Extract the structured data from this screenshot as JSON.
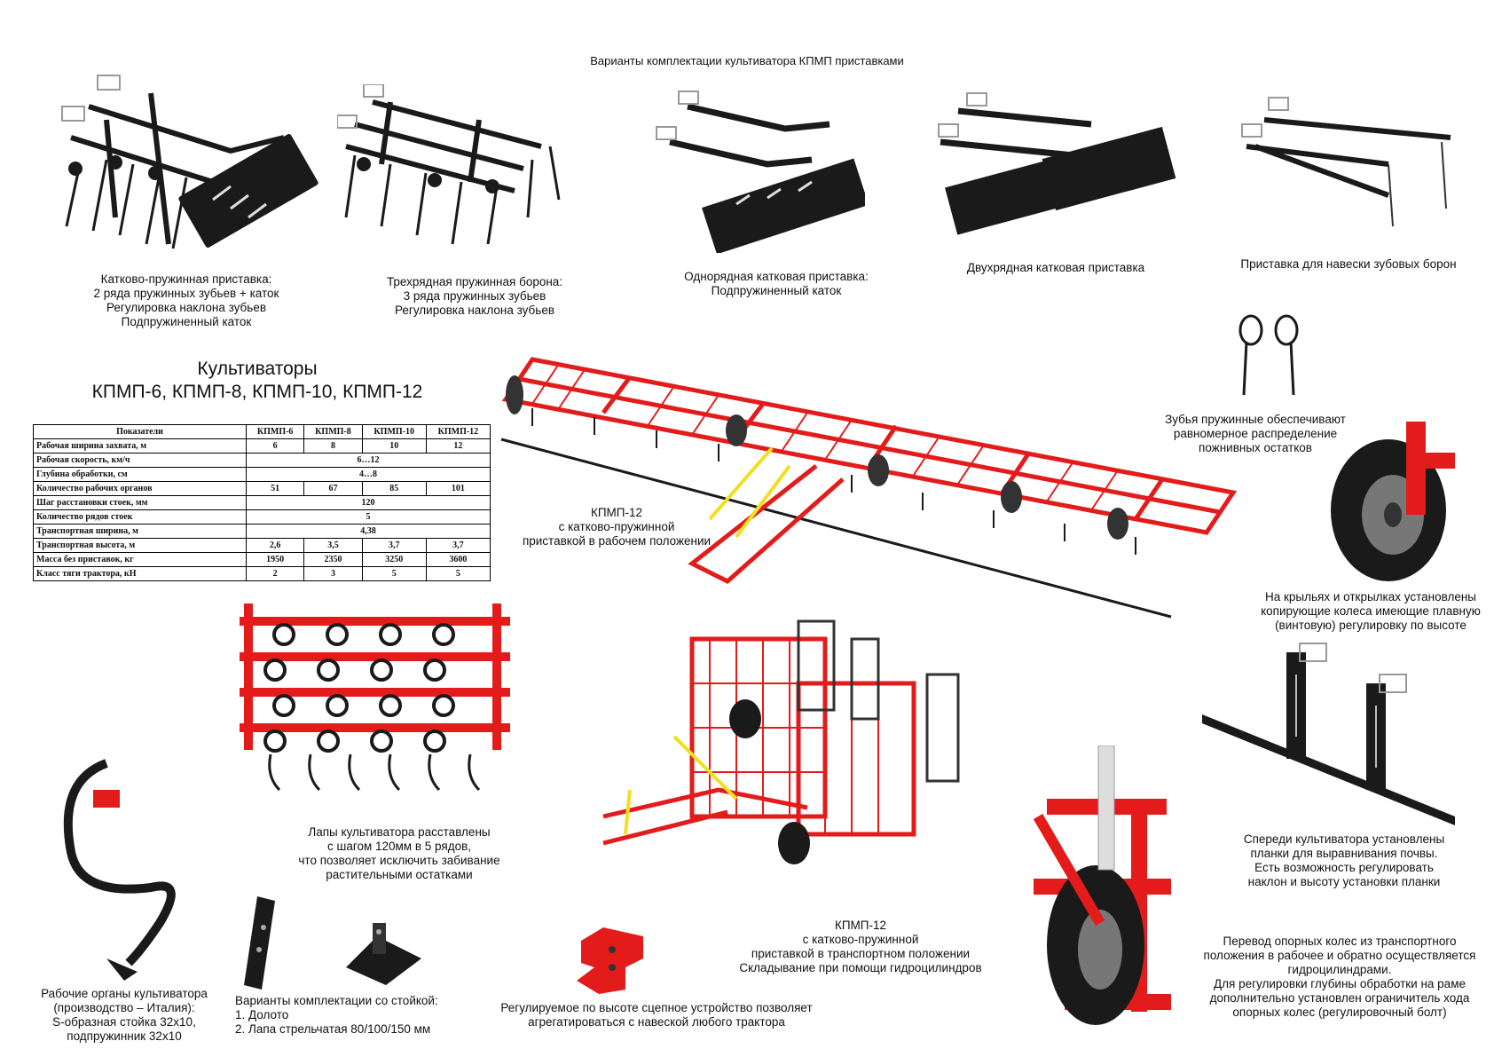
{
  "header": "Варианты комплектации культиватора КПМП приставками",
  "attachments": [
    {
      "lines": [
        "Катково-пружинная приставка:",
        "2 ряда пружинных зубьев + каток",
        "Регулировка наклона зубьев",
        "Подпружиненный каток"
      ]
    },
    {
      "lines": [
        "Трехрядная пружинная борона:",
        "3 ряда пружинных зубьев",
        "Регулировка наклона зубьев"
      ]
    },
    {
      "lines": [
        "Однорядная катковая приставка:",
        "Подпружиненный каток"
      ]
    },
    {
      "lines": [
        "Двухрядная катковая приставка"
      ]
    },
    {
      "lines": [
        "Приставка для навески зубовых борон"
      ]
    }
  ],
  "main_title": {
    "line1": "Культиваторы",
    "line2": "КПМП-6, КПМП-8, КПМП-10, КПМП-12"
  },
  "spec_table": {
    "headers": [
      "Показатели",
      "КПМП-6",
      "КПМП-8",
      "КПМП-10",
      "КПМП-12"
    ],
    "rows": [
      {
        "label": "Рабочая ширина захвата, м",
        "values": [
          "6",
          "8",
          "10",
          "12"
        ]
      },
      {
        "label": "Рабочая скорость, км/ч",
        "merged": "6…12"
      },
      {
        "label": "Глубина обработки, см",
        "merged": "4…8"
      },
      {
        "label": "Количество рабочих органов",
        "values": [
          "51",
          "67",
          "85",
          "101"
        ]
      },
      {
        "label": "Шаг расстановки стоек, мм",
        "merged": "120"
      },
      {
        "label": "Количество рядов стоек",
        "merged": "5"
      },
      {
        "label": "Транспортная ширина, м",
        "merged": "4,38"
      },
      {
        "label": "Транспортная высота, м",
        "values": [
          "2,6",
          "3,5",
          "3,7",
          "3,7"
        ]
      },
      {
        "label": "Масса без приставок, кг",
        "values": [
          "1950",
          "2350",
          "3250",
          "3600"
        ]
      },
      {
        "label": "Класс тяги трактора, кН",
        "values": [
          "2",
          "3",
          "5",
          "5"
        ]
      }
    ]
  },
  "captions": {
    "working_position": [
      "КПМП-12",
      "с катково-пружинной",
      "приставкой в рабочем положении"
    ],
    "spring_teeth": [
      "Зубья пружинные обеспечивают",
      "равномерное распределение",
      "пожнивных остатков"
    ],
    "wheels": [
      "На крыльях и открылках установлены",
      "копирующие колеса имеющие плавную",
      "(винтовую) регулировку по высоте"
    ],
    "paws": [
      "Лапы культиватора расставлены",
      "с шагом 120мм в 5 рядов,",
      "что позволяет исключить забивание",
      "растительными остатками"
    ],
    "transport_position": [
      "КПМП-12",
      "с катково-пружинной",
      "приставкой в транспортном положении",
      "Складывание при помощи гидроцилиндров"
    ],
    "leveling_bars": [
      "Спереди культиватора установлены",
      "планки для выравнивания почвы.",
      "Есть возможность регулировать",
      "наклон и высоту установки планки"
    ],
    "working_organs": [
      "Рабочие органы культиватора",
      "(производство – Италия):",
      "S-образная стойка 32х10,",
      "подпружинник 32х10"
    ],
    "hitch": [
      "Регулируемое по высоте сцепное устройство позволяет",
      "агрегатироваться с навеской любого трактора"
    ],
    "support_wheels": [
      "Перевод опорных колес из транспортного",
      "положения в рабочее и обратно осуществляется",
      "гидроцилиндрами.",
      "Для регулировки глубины обработки на раме",
      "дополнительно установлен ограничитель хода",
      "опорных колес (регулировочный болт)"
    ]
  },
  "stand_options": {
    "title": "Варианты комплектации со стойкой:",
    "items": [
      "1. Долото",
      "2. Лапа стрельчатая 80/100/150 мм"
    ]
  },
  "colors": {
    "frame_red": "#e41b1b",
    "attachment_black": "#1a1a1a",
    "yellow": "#f0e020"
  }
}
